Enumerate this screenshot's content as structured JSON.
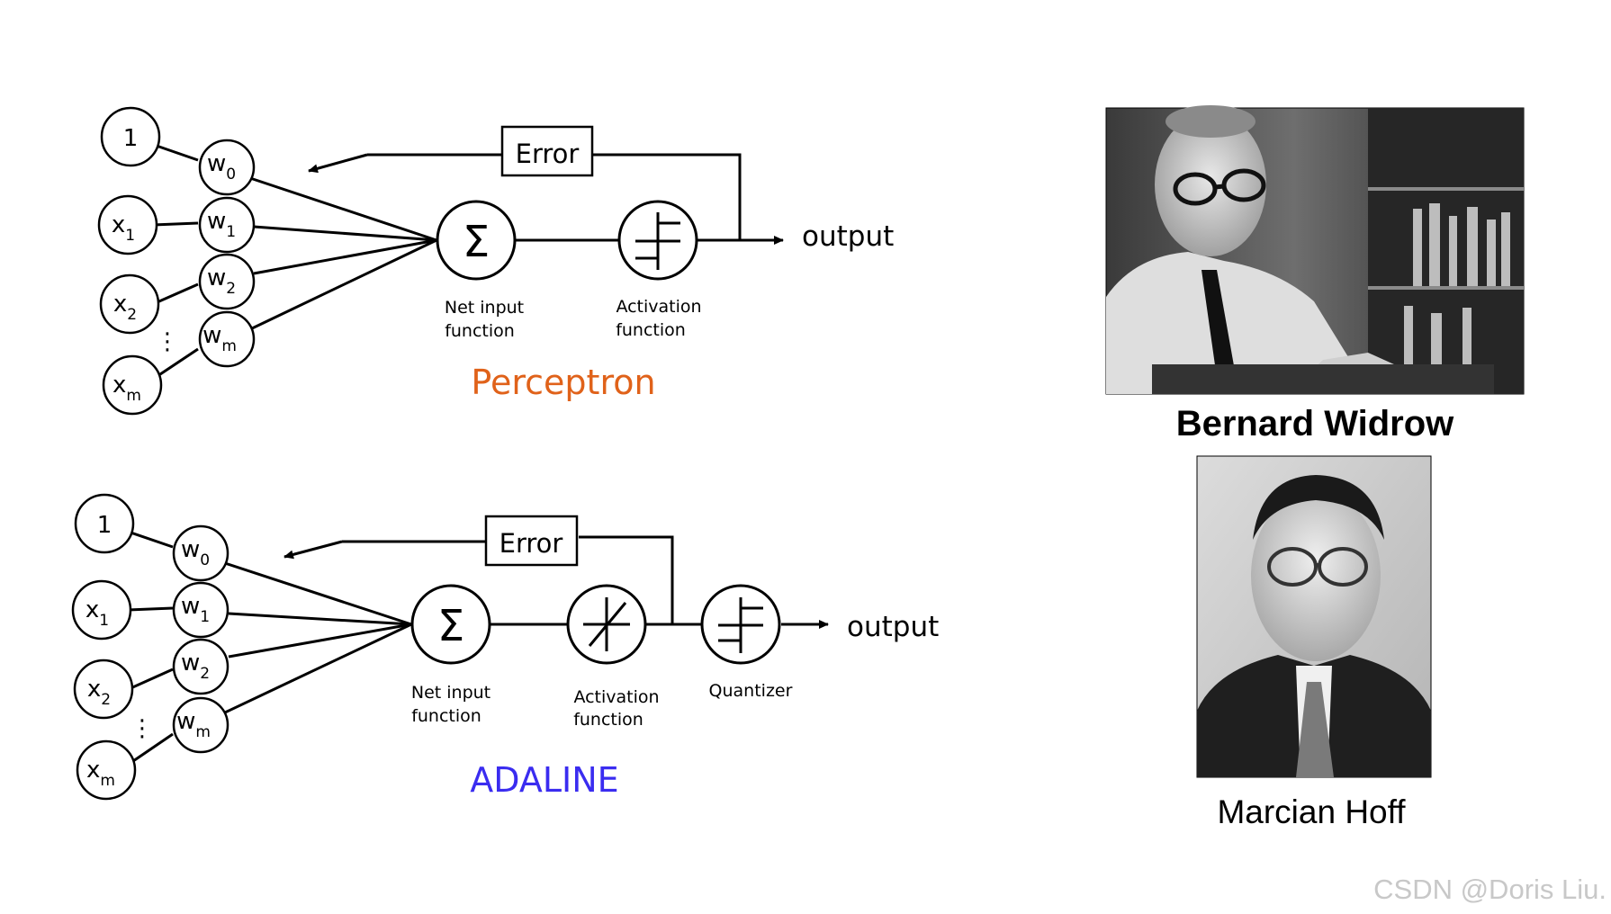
{
  "perceptron": {
    "title": "Perceptron",
    "inputs": [
      {
        "main": "1",
        "sub": ""
      },
      {
        "main": "x",
        "sub": "1"
      },
      {
        "main": "x",
        "sub": "2"
      },
      {
        "main": "x",
        "sub": "m"
      }
    ],
    "weights": [
      {
        "main": "w",
        "sub": "0"
      },
      {
        "main": "w",
        "sub": "1"
      },
      {
        "main": "w",
        "sub": "2"
      },
      {
        "main": "w",
        "sub": "m"
      }
    ],
    "error_label": "Error",
    "sum_symbol": "Σ",
    "net_input_label": [
      "Net input",
      "function"
    ],
    "activation_label": [
      "Activation",
      "function"
    ],
    "output_label": "output",
    "ellipsis": "⋮"
  },
  "adaline": {
    "title": "ADALINE",
    "inputs": [
      {
        "main": "1",
        "sub": ""
      },
      {
        "main": "x",
        "sub": "1"
      },
      {
        "main": "x",
        "sub": "2"
      },
      {
        "main": "x",
        "sub": "m"
      }
    ],
    "weights": [
      {
        "main": "w",
        "sub": "0"
      },
      {
        "main": "w",
        "sub": "1"
      },
      {
        "main": "w",
        "sub": "2"
      },
      {
        "main": "w",
        "sub": "m"
      }
    ],
    "error_label": "Error",
    "sum_symbol": "Σ",
    "net_input_label": [
      "Net input",
      "function"
    ],
    "activation_label": [
      "Activation",
      "function"
    ],
    "quantizer_label": "Quantizer",
    "output_label": "output",
    "ellipsis": "⋮"
  },
  "people": {
    "widrow_caption": "Bernard Widrow",
    "hoff_caption": "Marcian Hoff"
  },
  "watermark": "CSDN @Doris Liu.",
  "colors": {
    "perceptron_title": "#e0621a",
    "adaline_title": "#3a2cf0",
    "line": "#000000"
  }
}
